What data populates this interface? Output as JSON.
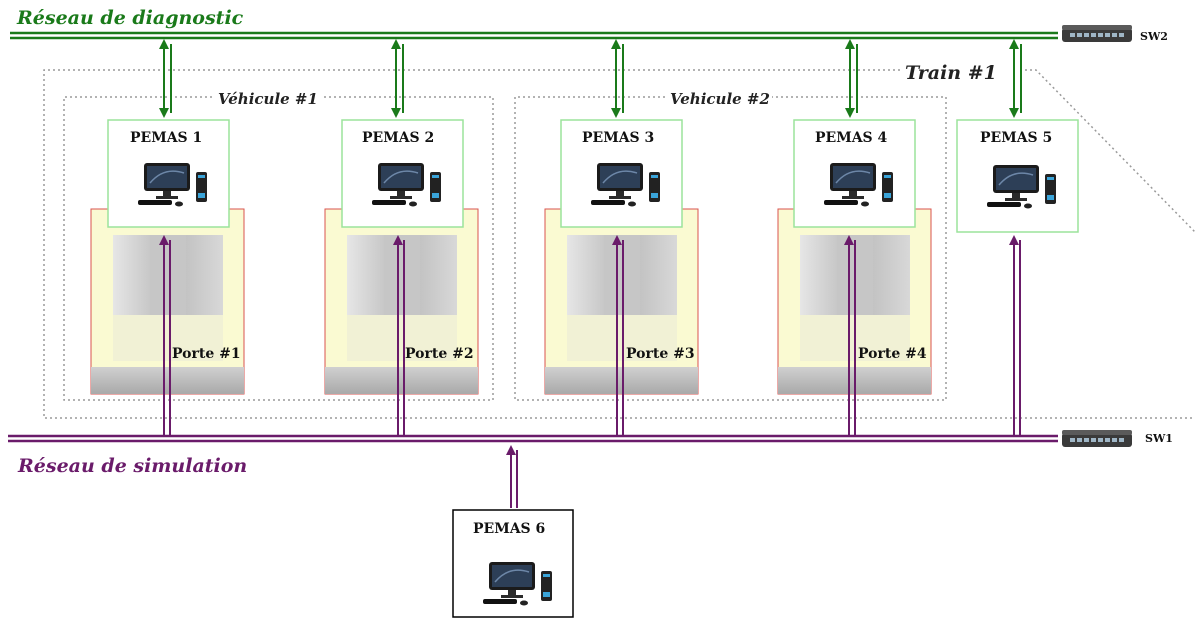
{
  "networks": {
    "diagnostic": {
      "label": "Réseau de diagnostic",
      "color": "#1a7a1a",
      "switch": "SW2"
    },
    "simulation": {
      "label": "Réseau de simulation",
      "color": "#6a1b6a",
      "switch": "SW1"
    }
  },
  "train": {
    "label": "Train #1"
  },
  "vehicles": [
    {
      "label": "Véhicule #1"
    },
    {
      "label": "Vehicule #2"
    }
  ],
  "pemas": [
    {
      "label": "PEMAS 1"
    },
    {
      "label": "PEMAS 2"
    },
    {
      "label": "PEMAS 3"
    },
    {
      "label": "PEMAS 4"
    },
    {
      "label": "PEMAS 5"
    },
    {
      "label": "PEMAS 6"
    }
  ],
  "doors": [
    {
      "label": "Porte #1"
    },
    {
      "label": "Porte #2"
    },
    {
      "label": "Porte #3"
    },
    {
      "label": "Porte #4"
    }
  ],
  "colors": {
    "pemas_border_green": "#9be39b",
    "pemas6_border": "#000000",
    "door_border": "#d9534f",
    "door_fill": "#fafad2",
    "dotted": "#9a9a9a"
  }
}
